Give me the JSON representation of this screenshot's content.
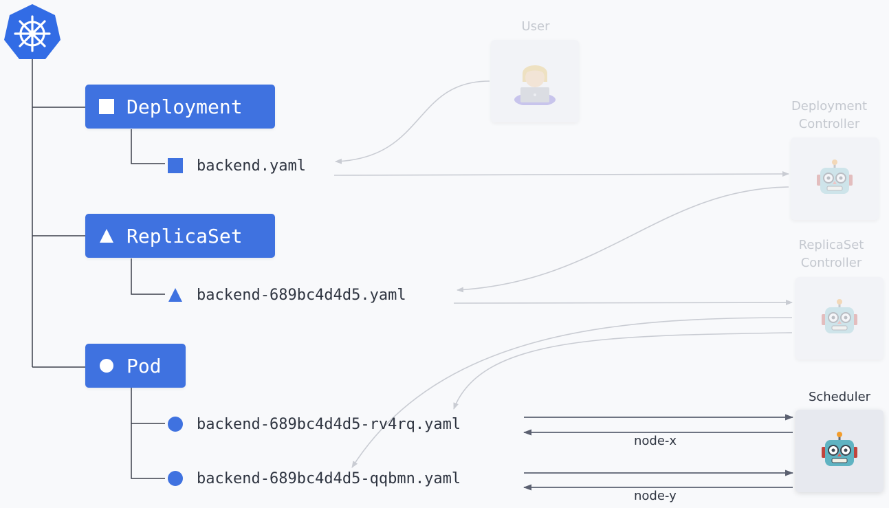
{
  "resources": [
    {
      "kind": "Deployment",
      "shape": "square",
      "files": [
        "backend.yaml"
      ]
    },
    {
      "kind": "ReplicaSet",
      "shape": "triangle",
      "files": [
        "backend-689bc4d4d5.yaml"
      ]
    },
    {
      "kind": "Pod",
      "shape": "circle",
      "files": [
        "backend-689bc4d4d5-rv4rq.yaml",
        "backend-689bc4d4d5-qqbmn.yaml"
      ]
    }
  ],
  "actors": {
    "user": {
      "label": "User"
    },
    "deployment_controller": {
      "label_line1": "Deployment",
      "label_line2": "Controller"
    },
    "replicaset_controller": {
      "label_line1": "ReplicaSet",
      "label_line2": "Controller"
    },
    "scheduler": {
      "label": "Scheduler"
    }
  },
  "edges": {
    "node_x": "node-x",
    "node_y": "node-y"
  },
  "colors": {
    "accent": "#3f72e0",
    "tree_line": "#3a3f4b",
    "faded_arrow": "#c9ccd3",
    "active_arrow": "#5b6070"
  }
}
